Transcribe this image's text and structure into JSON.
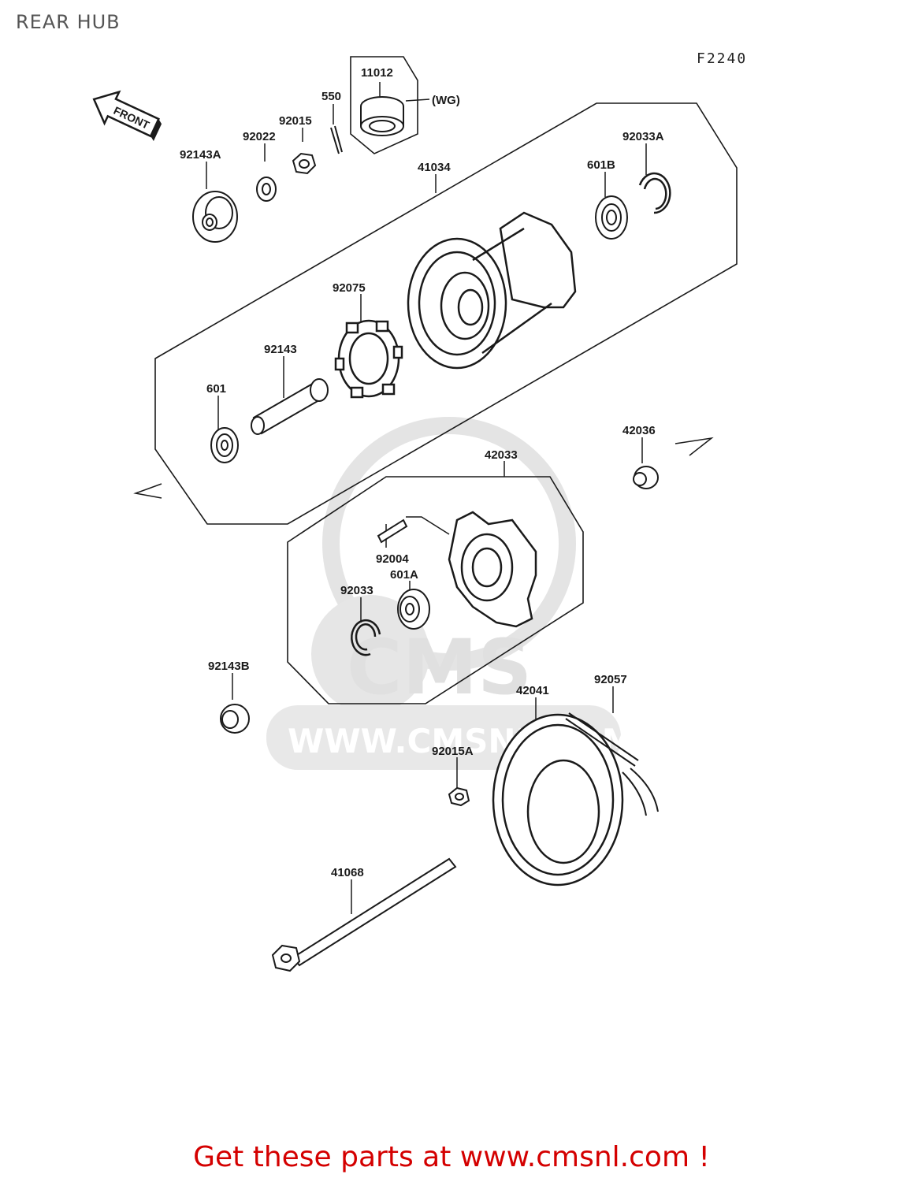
{
  "page": {
    "title": "REAR HUB",
    "figure_code": "F2240",
    "footer": "Get these parts at www.cmsnl.com !"
  },
  "direction_arrow": {
    "label": "FRONT"
  },
  "watermark": {
    "logo_text": "CMS",
    "url_text": "WWW.CMSNL.COM"
  },
  "note": {
    "label": "(WG)"
  },
  "parts": [
    {
      "id": "p-11012",
      "number": "11012"
    },
    {
      "id": "p-550",
      "number": "550"
    },
    {
      "id": "p-92015",
      "number": "92015"
    },
    {
      "id": "p-92022",
      "number": "92022"
    },
    {
      "id": "p-92143A",
      "number": "92143A"
    },
    {
      "id": "p-41034",
      "number": "41034"
    },
    {
      "id": "p-601B",
      "number": "601B"
    },
    {
      "id": "p-92033A",
      "number": "92033A"
    },
    {
      "id": "p-92075",
      "number": "92075"
    },
    {
      "id": "p-92143",
      "number": "92143"
    },
    {
      "id": "p-601",
      "number": "601"
    },
    {
      "id": "p-42036",
      "number": "42036"
    },
    {
      "id": "p-42033",
      "number": "42033"
    },
    {
      "id": "p-92004",
      "number": "92004"
    },
    {
      "id": "p-601A",
      "number": "601A"
    },
    {
      "id": "p-92033",
      "number": "92033"
    },
    {
      "id": "p-92143B",
      "number": "92143B"
    },
    {
      "id": "p-42041",
      "number": "42041"
    },
    {
      "id": "p-92057",
      "number": "92057"
    },
    {
      "id": "p-92015A",
      "number": "92015A"
    },
    {
      "id": "p-41068",
      "number": "41068"
    }
  ],
  "colors": {
    "line": "#1a1a1a",
    "footer": "#d40000",
    "watermark": "#e2e2e2"
  }
}
